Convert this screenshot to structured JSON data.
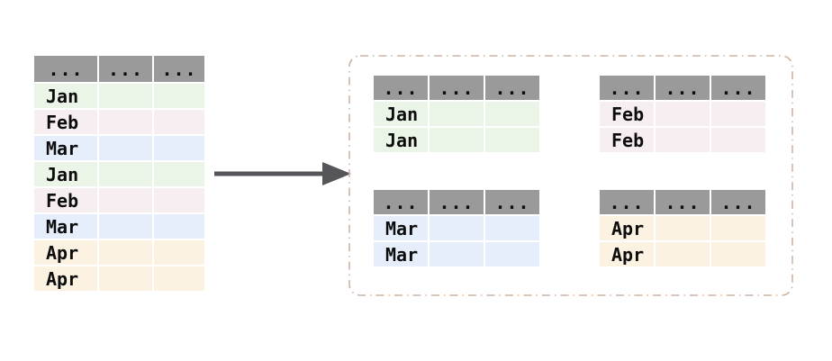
{
  "colors": {
    "header_bg": "#9a9a9a",
    "jan": "#eaf4e7",
    "feb": "#f6eef0",
    "mar": "#e6edfb",
    "apr": "#fbf2e2",
    "arrow": "#56565a",
    "container_border": "#d0b2a2",
    "text": "#0d0d0d"
  },
  "source_table": {
    "header": [
      "...",
      "...",
      "..."
    ],
    "rows": [
      {
        "label": "Jan",
        "group": "jan"
      },
      {
        "label": "Feb",
        "group": "feb"
      },
      {
        "label": "Mar",
        "group": "mar"
      },
      {
        "label": "Jan",
        "group": "jan"
      },
      {
        "label": "Feb",
        "group": "feb"
      },
      {
        "label": "Mar",
        "group": "mar"
      },
      {
        "label": "Apr",
        "group": "apr"
      },
      {
        "label": "Apr",
        "group": "apr"
      }
    ]
  },
  "group_tables": [
    {
      "id": "jan",
      "header": [
        "...",
        "...",
        "..."
      ],
      "rows": [
        "Jan",
        "Jan"
      ]
    },
    {
      "id": "feb",
      "header": [
        "...",
        "...",
        "..."
      ],
      "rows": [
        "Feb",
        "Feb"
      ]
    },
    {
      "id": "mar",
      "header": [
        "...",
        "...",
        "..."
      ],
      "rows": [
        "Mar",
        "Mar"
      ]
    },
    {
      "id": "apr",
      "header": [
        "...",
        "...",
        "..."
      ],
      "rows": [
        "Apr",
        "Apr"
      ]
    }
  ]
}
